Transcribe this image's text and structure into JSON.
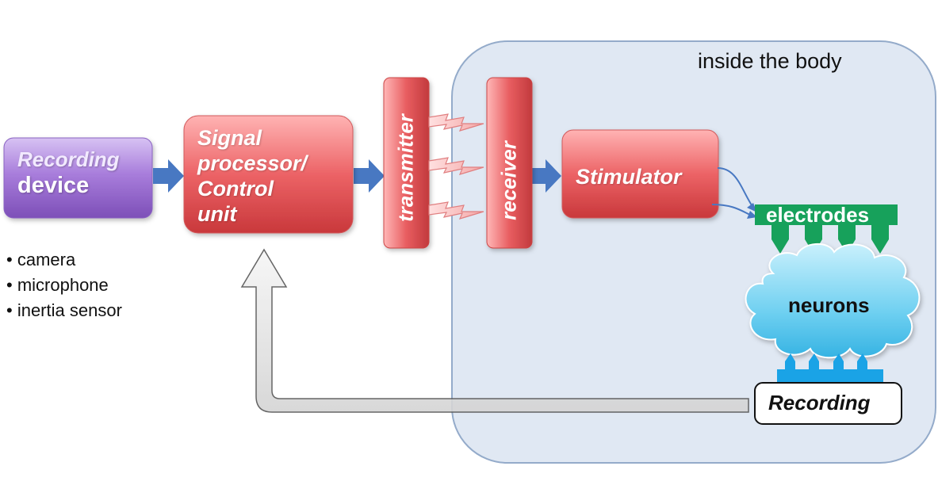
{
  "region": {
    "label": "inside the body"
  },
  "recording_device": {
    "line1": "Recording",
    "line2": "device"
  },
  "sensors": [
    "camera",
    "microphone",
    "inertia sensor"
  ],
  "signal_processor": {
    "lines": [
      "Signal",
      "processor/",
      "Control",
      "unit"
    ]
  },
  "transmitter": {
    "label": "transmitter"
  },
  "receiver": {
    "label": "receiver"
  },
  "stimulator": {
    "label": "Stimulator"
  },
  "electrodes": {
    "label": "electrodes"
  },
  "neurons": {
    "label": "neurons"
  },
  "recording": {
    "label": "Recording"
  },
  "colors": {
    "body_region": "#dfe7f3",
    "device_purple": "#9d6fd4",
    "block_red": "#e8595c",
    "electrode_green": "#17a15b",
    "neuron_cyan": "#57c8ec",
    "recording_blue": "#1aa3e6",
    "flow_arrow": "#4878c2"
  }
}
